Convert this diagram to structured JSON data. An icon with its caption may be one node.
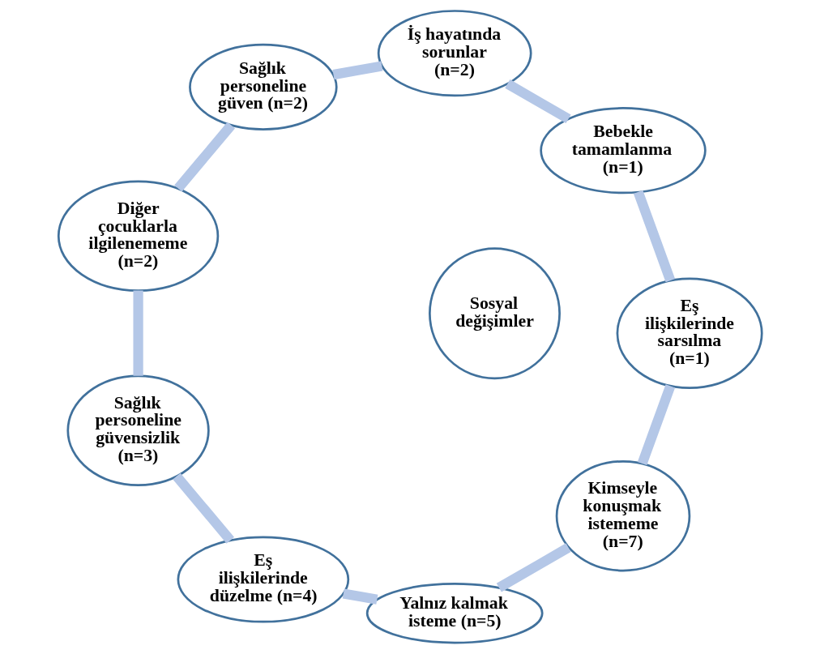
{
  "diagram": {
    "nodes": [
      {
        "text": [
          "Kimseyle konuşmak istememe (n=7)"
        ]
      },
      {
        "text": [
          "Eş ilişkilerinde sarsılma (n=1)"
        ]
      },
      {
        "text": [
          "Yalnız kalmak isteme (n=5)"
        ]
      },
      {
        "text": [
          "Bebekle tamamlanma (n=1)"
        ]
      },
      {
        "text": [
          "Sosyal değişimler"
        ]
      },
      {
        "text": [
          "Eş ilişkilerinde düzelme (n=4)"
        ]
      },
      {
        "text": [
          "İş hayatında sorunlar (n=2)"
        ]
      },
      {
        "text": [
          "Sağlık personeline güvensizlik (n=3)"
        ]
      },
      {
        "text": [
          "Sağlık personeline güven (n=2)"
        ]
      },
      {
        "text": [
          "Diğer çocuklarla ilgilenememe (n=2)"
        ]
      }
    ],
    "edges": [
      {
        "from": 0,
        "to": 2,
        "arrow": "none"
      },
      {
        "from": 2,
        "to": 5,
        "arrow": "none"
      },
      {
        "from": 5,
        "to": 7,
        "arrow": "none"
      },
      {
        "from": 7,
        "to": 9,
        "arrow": "none"
      },
      {
        "from": 9,
        "to": 8,
        "arrow": "none"
      },
      {
        "from": 8,
        "to": 6,
        "arrow": "none"
      },
      {
        "from": 6,
        "to": 3,
        "arrow": "none"
      },
      {
        "from": 3,
        "to": 1,
        "arrow": "none"
      },
      {
        "from": 1,
        "to": 0,
        "arrow": "none"
      }
    ]
  }
}
